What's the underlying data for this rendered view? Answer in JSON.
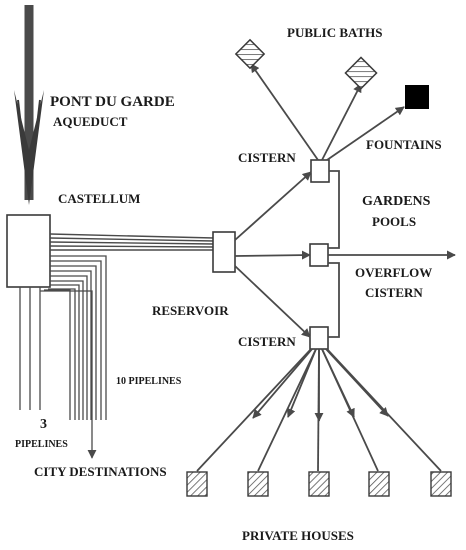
{
  "labels": {
    "source_line1": "PONT DU GARDE",
    "source_line2": "AQUEDUCT",
    "castellum": "CASTELLUM",
    "public_baths": "PUBLIC BATHS",
    "fountains": "FOUNTAINS",
    "cistern_top": "CISTERN",
    "gardens": "GARDENS",
    "pools": "POOLS",
    "overflow_line1": "OVERFLOW",
    "overflow_line2": "CISTERN",
    "reservoir": "RESERVOIR",
    "cistern_bottom": "CISTERN",
    "ten_pipelines": "10 PIPELINES",
    "three": "3",
    "three_pipelines": "PIPELINES",
    "city_destinations": "CITY DESTINATIONS",
    "private_houses": "PRIVATE HOUSES"
  },
  "colors": {
    "line": "#4a4a4a",
    "text": "#1a1a1a",
    "hatch": "#555555",
    "solid": "#000000"
  }
}
